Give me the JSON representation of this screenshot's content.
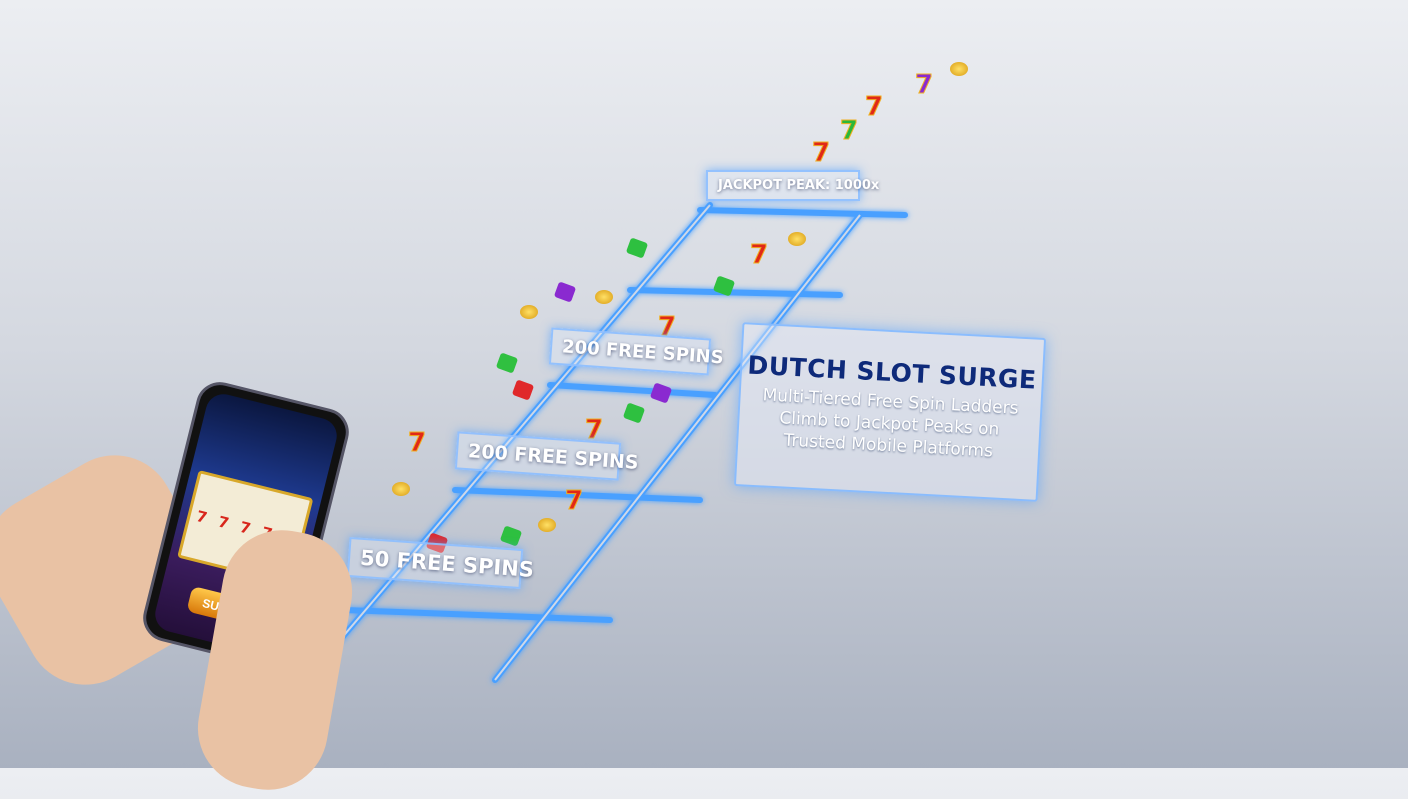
{
  "ladder": {
    "tiers": [
      {
        "label": "50 FREE SPINS"
      },
      {
        "label": "200 FREE SPINS"
      },
      {
        "label": "200 FREE SPINS"
      }
    ],
    "peak_label": "JACKPOT PEAK: 1000x"
  },
  "panel": {
    "title": "DUTCH SLOT SURGE",
    "subtitle": "Multi-Tiered Free Spin Ladders Climb to Jackpot Peaks on Trusted Mobile Platforms"
  },
  "phone": {
    "button_label": "SURGE",
    "reel_symbol": "7"
  },
  "colors": {
    "neon": "#3a8cff",
    "title": "#0e2a7a",
    "button": "#f0a020"
  }
}
